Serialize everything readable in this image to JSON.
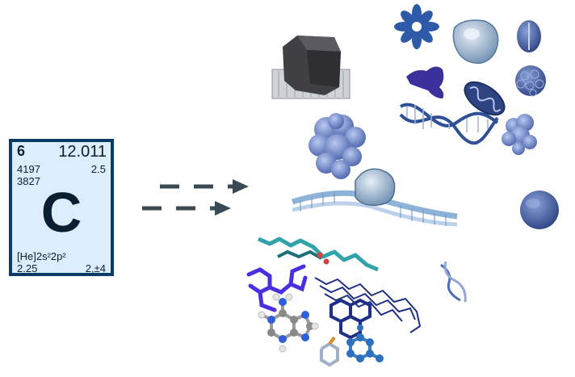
{
  "element": {
    "atomic_number": "6",
    "atomic_mass": "12.011",
    "boiling_point": "4197",
    "melting_point": "3827",
    "electronegativity": "2.5",
    "symbol": "C",
    "electron_configuration": "[He]2s²2p²",
    "density": "2.25",
    "oxidation_states": "2,±4"
  },
  "colors": {
    "tile_border": "#0b3b66",
    "tile_fill": "#dcedfb",
    "arrow": "#3a4a55",
    "protein_blue": "#6f84c8",
    "dna_blue": "#2e4f96"
  }
}
